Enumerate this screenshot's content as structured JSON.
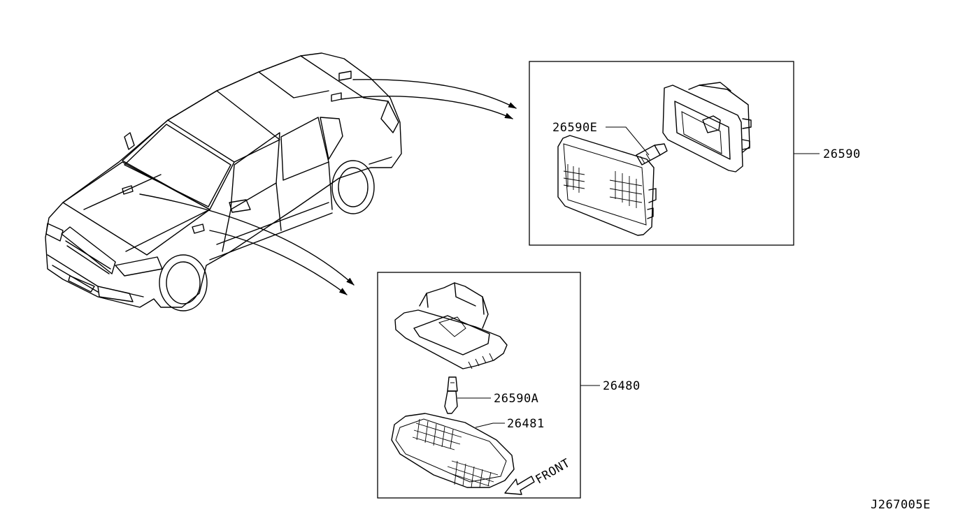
{
  "diagram_code": "J267005E",
  "callouts": {
    "upper_assembly": "26590",
    "upper_bulb": "26590E",
    "lower_assembly": "26480",
    "lower_bulb": "26590A",
    "lower_lens": "26481"
  },
  "front_indicator": "FRONT"
}
